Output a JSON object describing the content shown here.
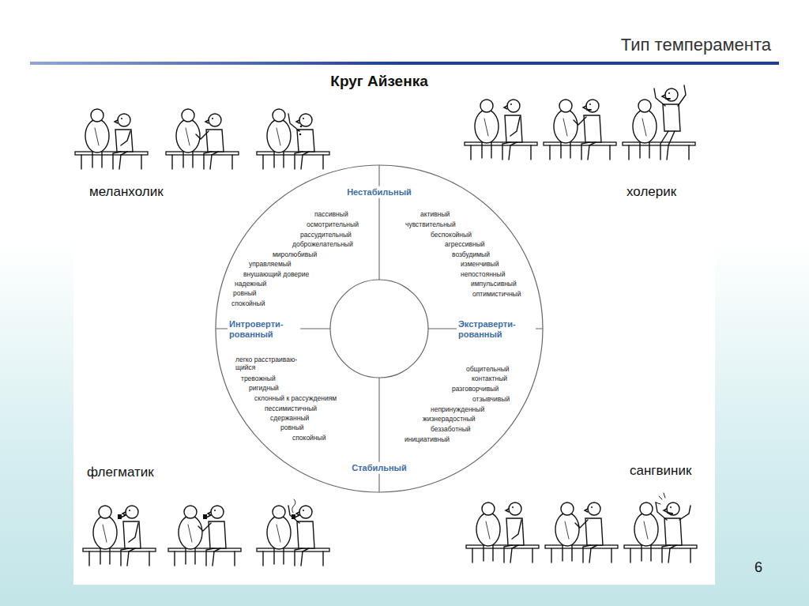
{
  "diagram": {
    "title": "Тип темперамента",
    "nodes": [
      {
        "text": [
          "Нестабильный",
          "пассивный",
          "осмотрительный",
          "рассудительный",
          "доброжелательный",
          "миролюбивый",
          "управляемый",
          "внушающий доверие",
          "надежный",
          "ровный",
          "спокойный",
          "активный",
          "чувствительный",
          "беспокойный",
          "агрессивный",
          "возбудимый",
          "изменчивый",
          "непостоянный",
          "импульсивный",
          "оптимистичный",
          "Интроверти- рованный",
          "Экстраверти- рованный",
          "легко расстраиваю- щийся",
          "тревожный",
          "ригидный",
          "склонный к рассуждениям",
          "пессимистичный",
          "сдержанный",
          "ровный",
          "спокойный",
          "общительный",
          "контактный",
          "разговорчивый",
          "отзывчивый",
          "непринужденный",
          "жизнерадостный",
          "беззаботный",
          "инициативный",
          "Стабильный"
        ]
      }
    ],
    "labels": [
      "Круг Айзенка",
      "меланхолик",
      "холерик",
      "флегматик",
      "сангвиник",
      "6"
    ]
  }
}
